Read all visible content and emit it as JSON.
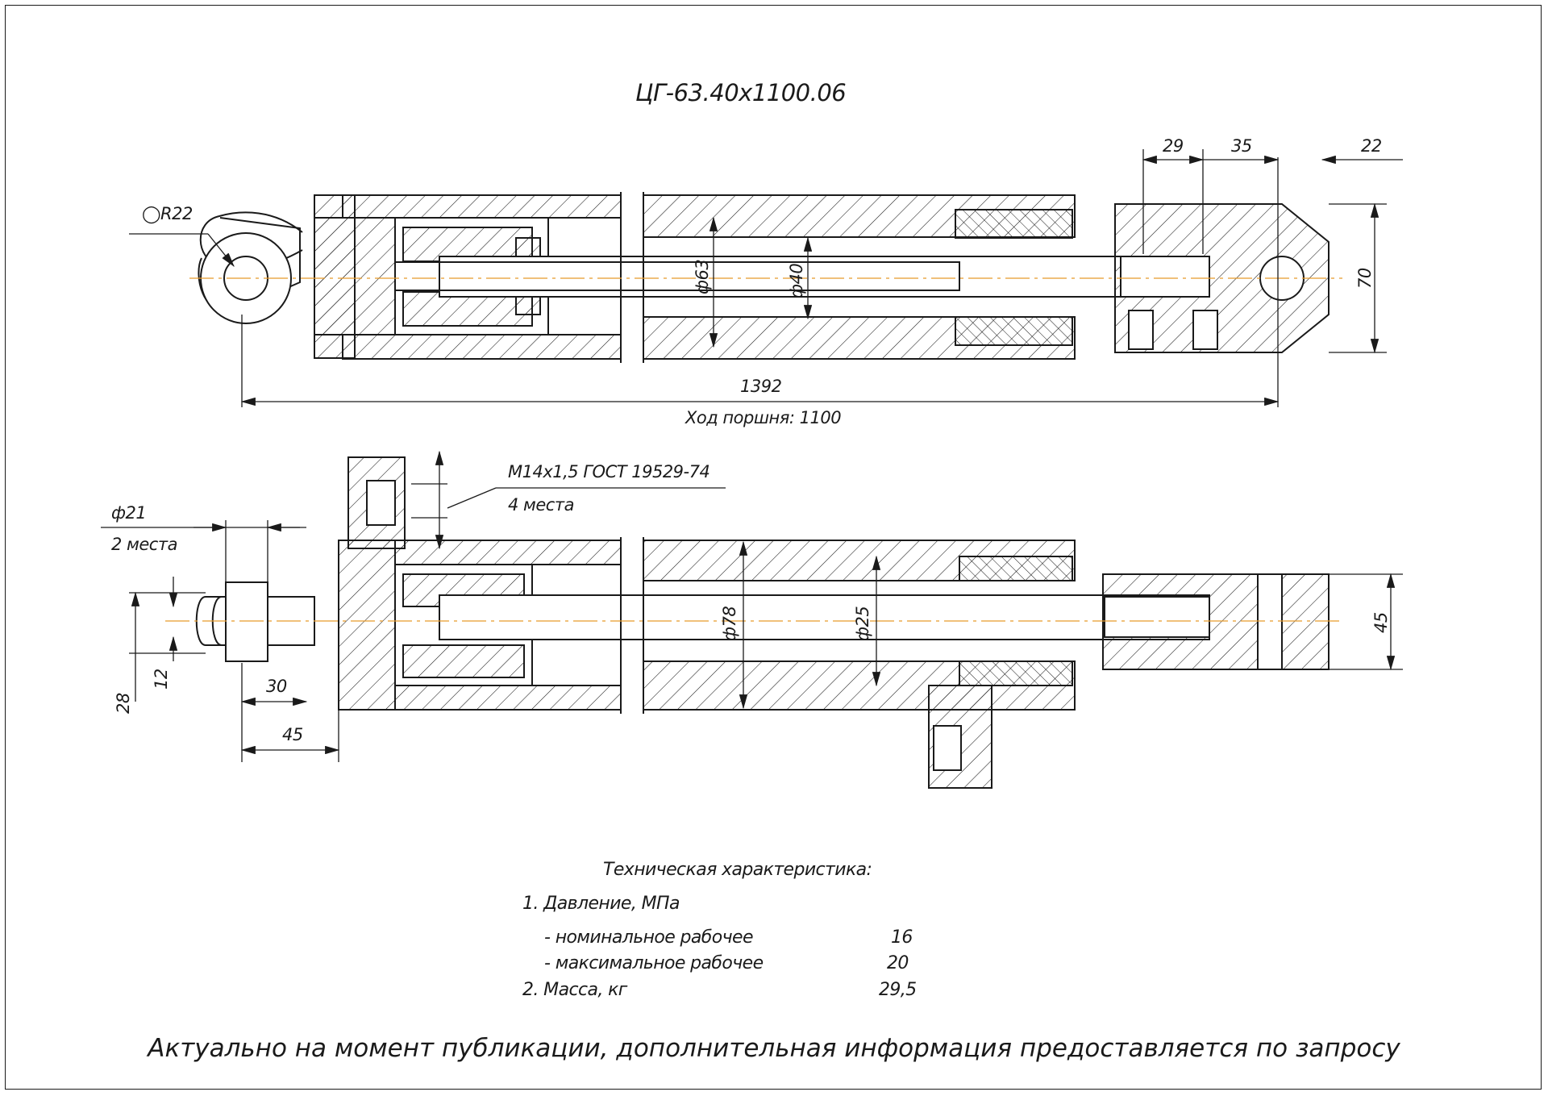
{
  "title": "ЦГ-63.40х1100.06",
  "top_view": {
    "radius": "R22",
    "dim_29": "29",
    "dim_35": "35",
    "dim_22": "22",
    "bore": "ф63",
    "rod": "ф40",
    "height_70": "70",
    "length": "1392",
    "stroke": "Ход поршня: 1100"
  },
  "bottom_view": {
    "port_thread": "М14х1,5 ГОСТ 19529-74",
    "port_count": "4 места",
    "hole_dia": "ф21",
    "hole_count": "2 места",
    "outer_dia": "ф78",
    "rod_dia": "ф25",
    "dim_45_right": "45",
    "dim_12": "12",
    "dim_28": "28",
    "dim_30": "30",
    "dim_45_bottom": "45"
  },
  "specs": {
    "heading": "Техническая характеристика:",
    "pressure_label": "1. Давление, МПа",
    "nominal_label": "- номинальное рабочее",
    "nominal_value": "16",
    "max_label": "- максимальное рабочее",
    "max_value": "20",
    "mass_label": "2. Масса, кг",
    "mass_value": "29,5"
  },
  "footer": "Актуально на момент публикации, дополнительная информация предоставляется по запросу"
}
